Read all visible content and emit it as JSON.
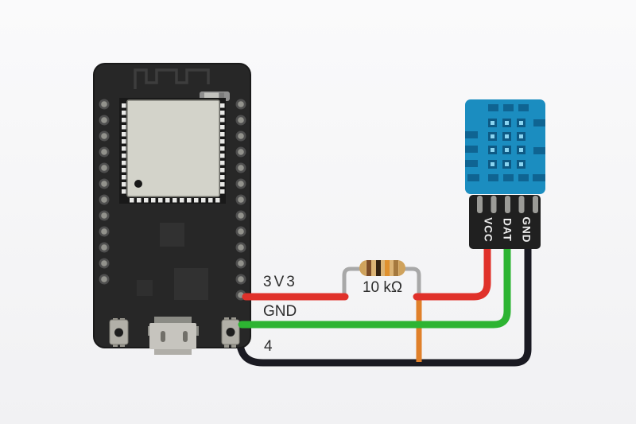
{
  "wiring": {
    "power_label": "3V3",
    "ground_label": "GND",
    "data_label": "4",
    "resistor_label": "10 kΩ"
  },
  "sensor": {
    "pin_labels": [
      "VCC",
      "DAT",
      "GND"
    ]
  },
  "colors": {
    "background": "#f4f4f5",
    "board_pcb": "#272727",
    "chip_shield": "#d3d3ca",
    "wire_power_red": "#e0312a",
    "wire_ground_green": "#2db432",
    "wire_data_black": "#1a1a22",
    "wire_pullup_orange": "#e0802a",
    "resistor_body_tan": "#d7ad69",
    "sensor_body_blue": "#1b8dc0",
    "sensor_base_black": "#202020"
  }
}
